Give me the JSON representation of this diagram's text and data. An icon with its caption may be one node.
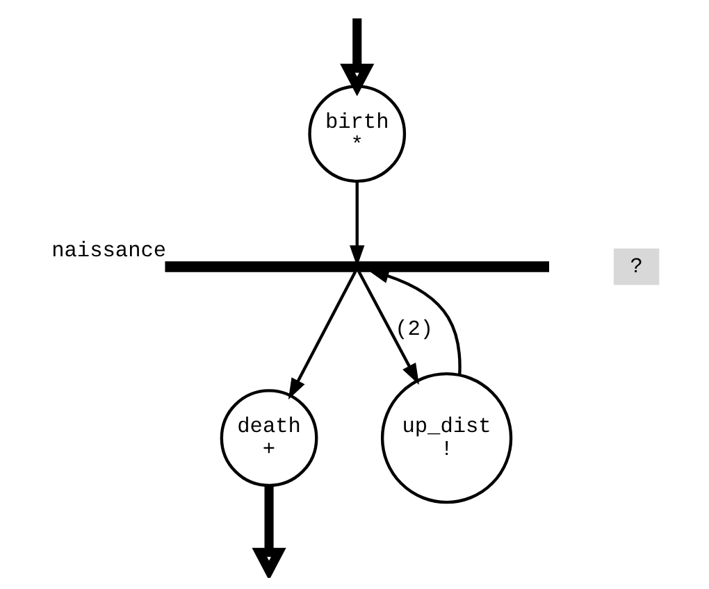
{
  "diagram": {
    "nodes": [
      {
        "text": [
          "birth",
          "*"
        ]
      },
      {
        "text": [
          "naissance"
        ]
      },
      {
        "text": [
          "?"
        ]
      },
      {
        "text": [
          "death",
          "+"
        ]
      },
      {
        "text": [
          "up_dist",
          "!"
        ]
      }
    ],
    "edges": [
      {
        "from": null,
        "to": 0,
        "arrow": "to",
        "style": "thick"
      },
      {
        "from": 0,
        "to": 1,
        "arrow": "to"
      },
      {
        "from": 1,
        "to": 3,
        "arrow": "to"
      },
      {
        "from": 1,
        "to": 4,
        "arrow": "to",
        "label": "(2)"
      },
      {
        "from": 4,
        "to": 1,
        "arrow": "to"
      },
      {
        "from": 3,
        "to": null,
        "arrow": "to",
        "style": "thick"
      }
    ]
  }
}
